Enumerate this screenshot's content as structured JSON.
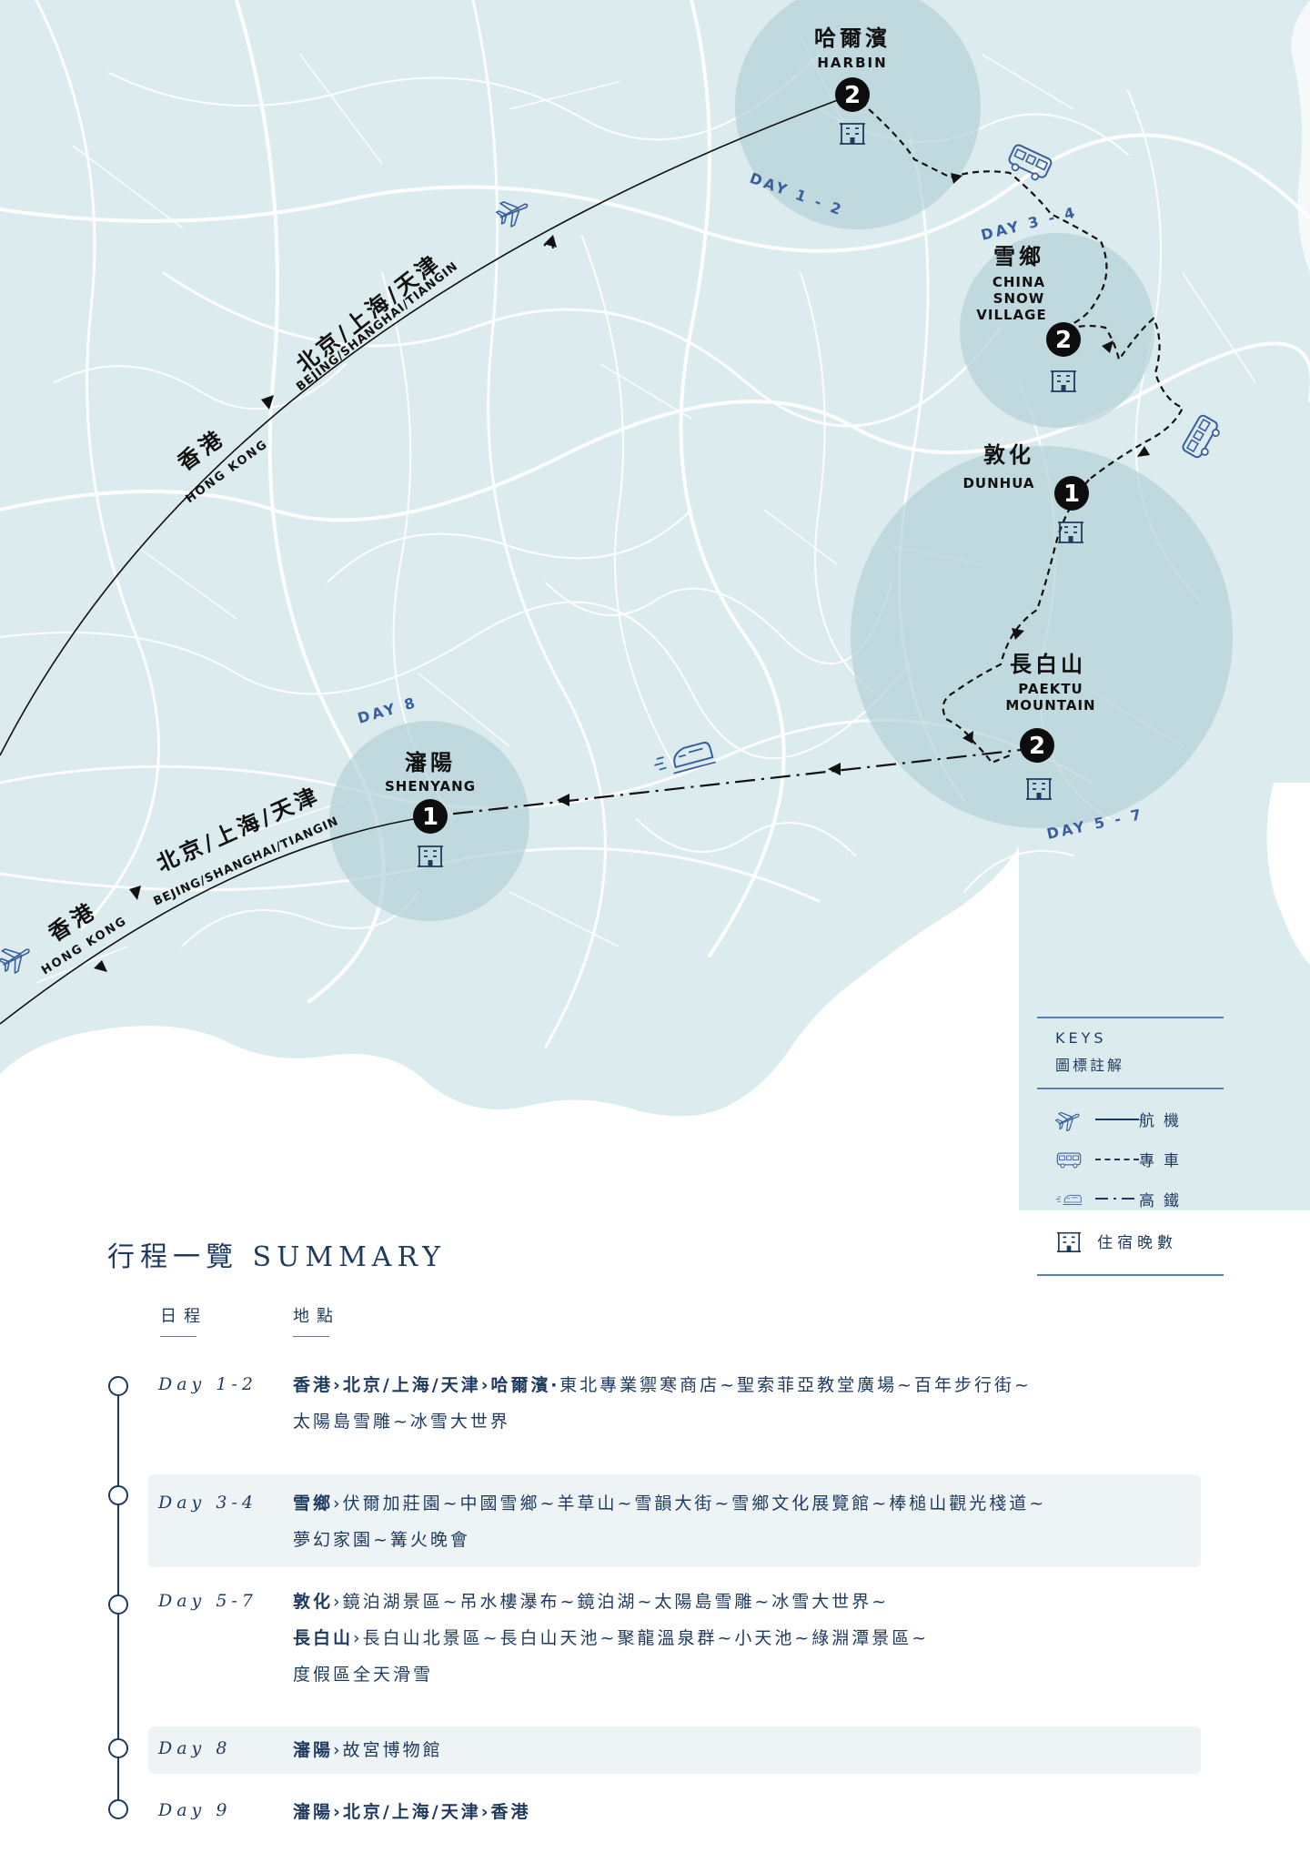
{
  "colors": {
    "land": "#dcebed",
    "roads": "#ffffff",
    "sea": "#ffffff",
    "circle": "#b4d2d9",
    "ink": "#1f3a5f",
    "accent": "#3a5f9e",
    "marker": "#0d0d0d"
  },
  "map": {
    "cities": [
      {
        "zh": "哈爾濱",
        "en": "HARBIN",
        "nights": "2"
      },
      {
        "zh": "雪鄉",
        "en_lines": [
          "CHINA",
          "SNOW",
          "VILLAGE"
        ],
        "nights": "2"
      },
      {
        "zh": "敦化",
        "en": "DUNHUA",
        "nights": "1"
      },
      {
        "zh": "長白山",
        "en_lines": [
          "PAEKTU",
          "MOUNTAIN"
        ],
        "nights": "2"
      },
      {
        "zh": "瀋陽",
        "en": "SHENYANG",
        "nights": "1"
      }
    ],
    "day_labels": [
      "DAY 1 - 2",
      "DAY 3 - 4",
      "DAY 5 - 7",
      "DAY 8"
    ],
    "route_top": {
      "hk_zh": "香港",
      "hk_en": "HONG KONG",
      "via_zh": "北京/上海/天津",
      "via_en": "BEJING/SHANGHAI/TIANGIN"
    },
    "route_bottom": {
      "hk_zh": "香港",
      "hk_en": "HONG KONG",
      "via_zh": "北京/上海/天津",
      "via_en": "BEJING/SHANGHAI/TIANGIN"
    },
    "icons": [
      "plane-icon",
      "bus-icon",
      "train-icon",
      "hotel-icon"
    ]
  },
  "keys": {
    "title": "KEYS",
    "subtitle": "圖標註解",
    "items": [
      {
        "icon": "plane-icon",
        "line": "solid",
        "label": "航機"
      },
      {
        "icon": "bus-icon",
        "line": "dashed",
        "label": "專車"
      },
      {
        "icon": "train-icon",
        "line": "dash-dot",
        "label": "高鐵"
      },
      {
        "icon": "hotel-icon",
        "line": "none",
        "label": "住宿晚數"
      }
    ]
  },
  "summary": {
    "title": "行程一覽 SUMMARY",
    "col_schedule": "日程",
    "col_places": "地點",
    "rows": [
      {
        "day": "Day 1-2",
        "lines": [
          [
            {
              "b": true,
              "t": "香港›北京/上海/天津›哈爾濱‧"
            },
            {
              "b": false,
              "t": "東北專業禦寒商店~聖索菲亞教堂廣場~百年步行街~"
            }
          ],
          [
            {
              "b": false,
              "t": "太陽島雪雕~冰雪大世界"
            }
          ]
        ]
      },
      {
        "day": "Day 3-4",
        "lines": [
          [
            {
              "b": true,
              "t": "雪鄉"
            },
            {
              "b": false,
              "t": "›伏爾加莊園~中國雪鄉~羊草山~雪韻大街~雪鄉文化展覽館~棒槌山觀光棧道~"
            }
          ],
          [
            {
              "b": false,
              "t": "夢幻家園~篝火晚會"
            }
          ]
        ]
      },
      {
        "day": "Day 5-7",
        "lines": [
          [
            {
              "b": true,
              "t": "敦化"
            },
            {
              "b": false,
              "t": "›鏡泊湖景區~吊水樓瀑布~鏡泊湖~太陽島雪雕~冰雪大世界~"
            }
          ],
          [
            {
              "b": true,
              "t": "長白山"
            },
            {
              "b": false,
              "t": "›長白山北景區~長白山天池~聚龍溫泉群~小天池~綠淵潭景區~"
            }
          ],
          [
            {
              "b": false,
              "t": "度假區全天滑雪"
            }
          ]
        ]
      },
      {
        "day": "Day 8",
        "lines": [
          [
            {
              "b": true,
              "t": "瀋陽"
            },
            {
              "b": false,
              "t": "›故宮博物館"
            }
          ]
        ]
      },
      {
        "day": "Day 9",
        "lines": [
          [
            {
              "b": true,
              "t": "瀋陽›北京/上海/天津›香港"
            }
          ]
        ]
      }
    ]
  }
}
